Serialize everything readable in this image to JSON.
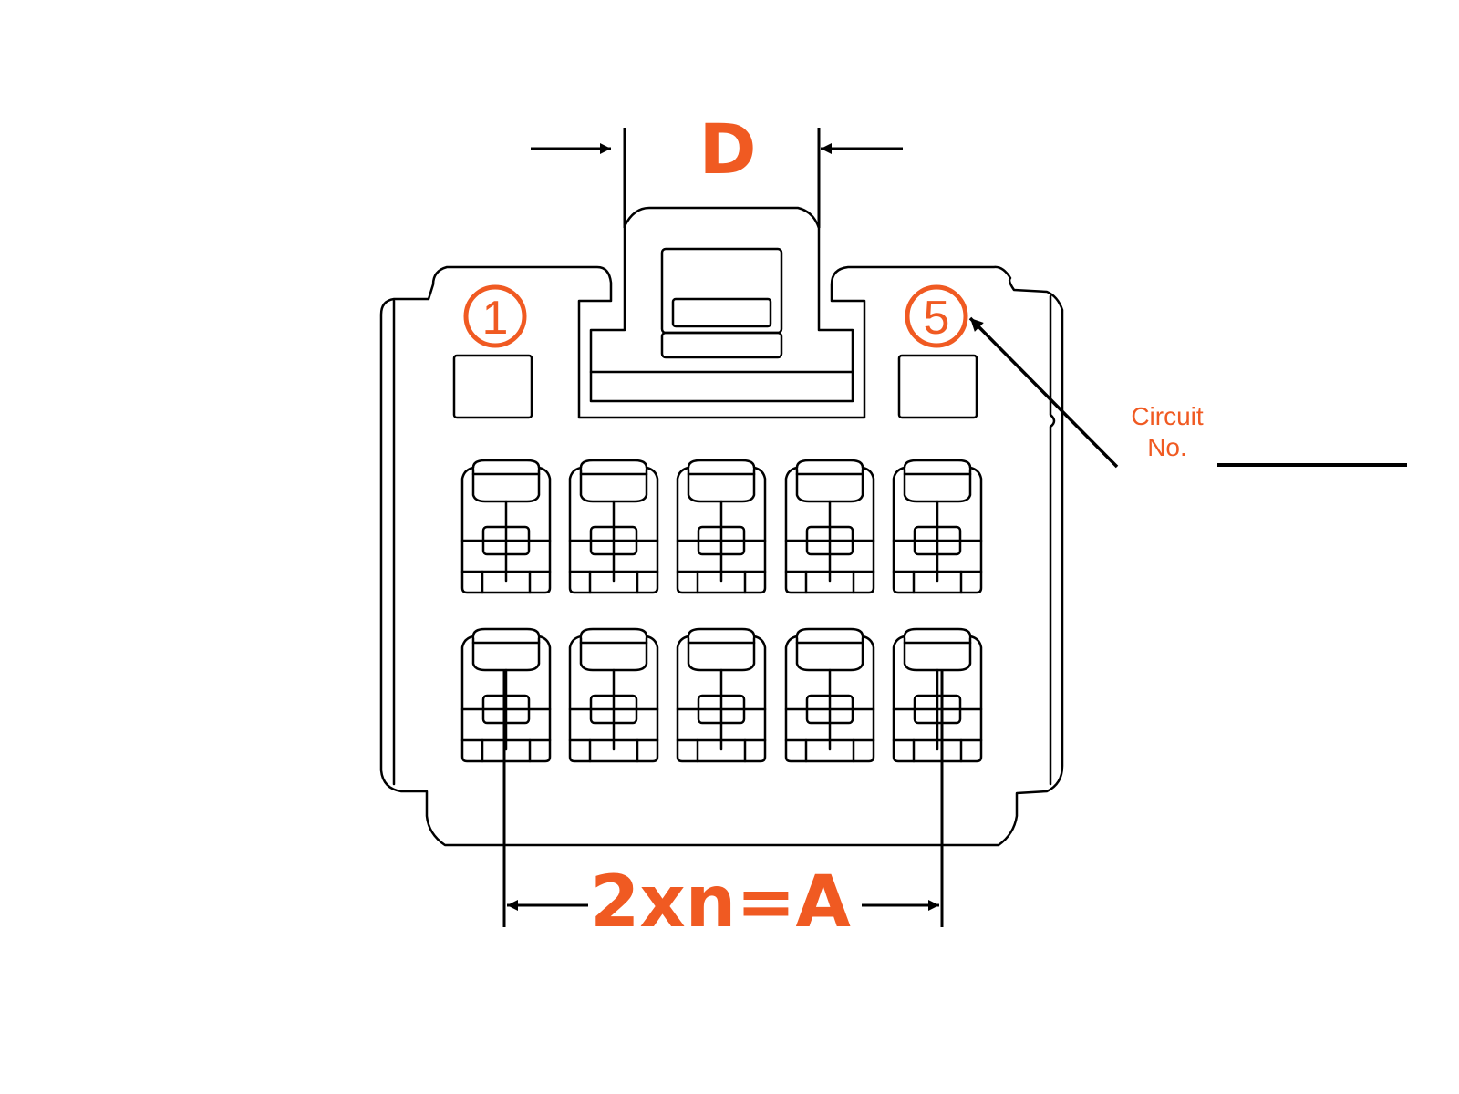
{
  "colors": {
    "accent": "#f05a22",
    "line": "#000000"
  },
  "dimensions": {
    "width_label": "D",
    "pitch_label": "2xn=A"
  },
  "circuit_markers": [
    "1",
    "5"
  ],
  "callout": {
    "line1": "Circuit",
    "line2": "No."
  },
  "cavities": {
    "rows": 2,
    "columns": 5
  }
}
